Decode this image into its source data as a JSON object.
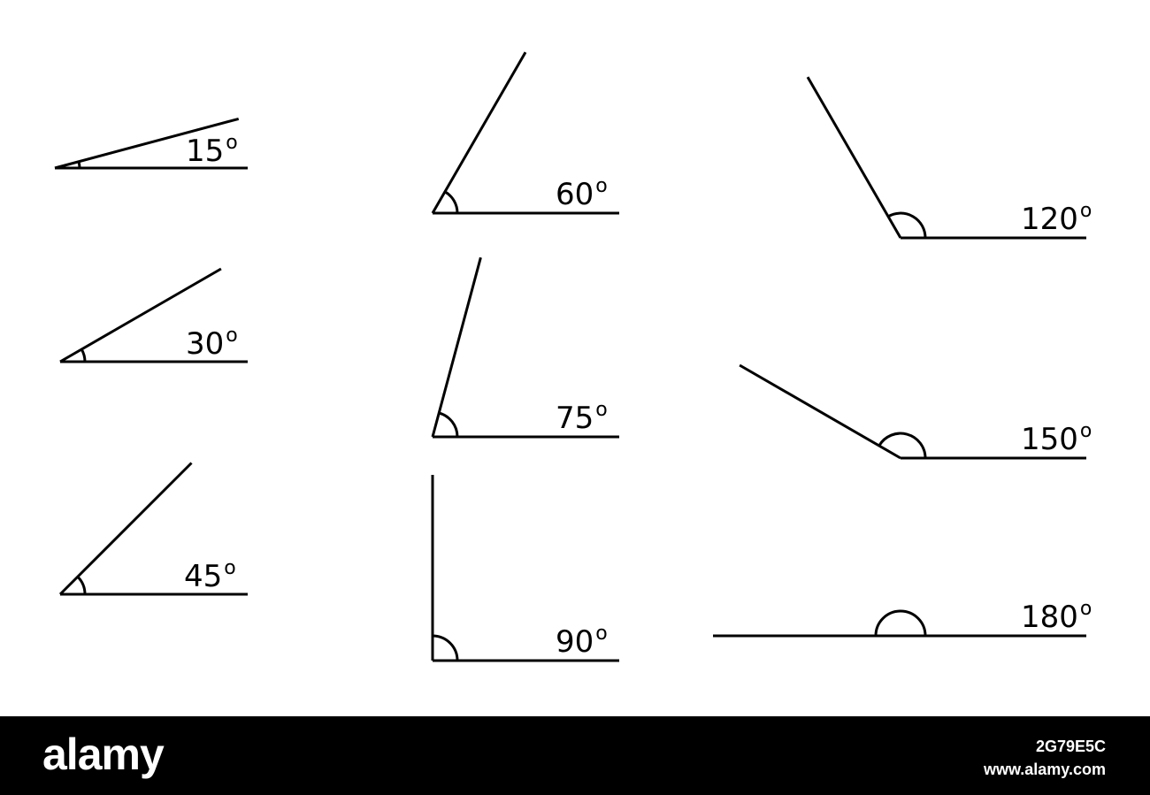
{
  "angles": [
    {
      "degrees": 15,
      "label": "15",
      "unit": "o"
    },
    {
      "degrees": 30,
      "label": "30",
      "unit": "o"
    },
    {
      "degrees": 45,
      "label": "45",
      "unit": "o"
    },
    {
      "degrees": 60,
      "label": "60",
      "unit": "o"
    },
    {
      "degrees": 75,
      "label": "75",
      "unit": "o"
    },
    {
      "degrees": 90,
      "label": "90",
      "unit": "o"
    },
    {
      "degrees": 120,
      "label": "120",
      "unit": "o"
    },
    {
      "degrees": 150,
      "label": "150",
      "unit": "o"
    },
    {
      "degrees": 180,
      "label": "180",
      "unit": "o"
    }
  ],
  "footer": {
    "brand": "alamy",
    "image_id": "2G79E5C",
    "site": "www.alamy.com"
  },
  "colors": {
    "stroke": "#000000",
    "background": "#ffffff",
    "footer": "#000000",
    "footer_text": "#ffffff"
  }
}
